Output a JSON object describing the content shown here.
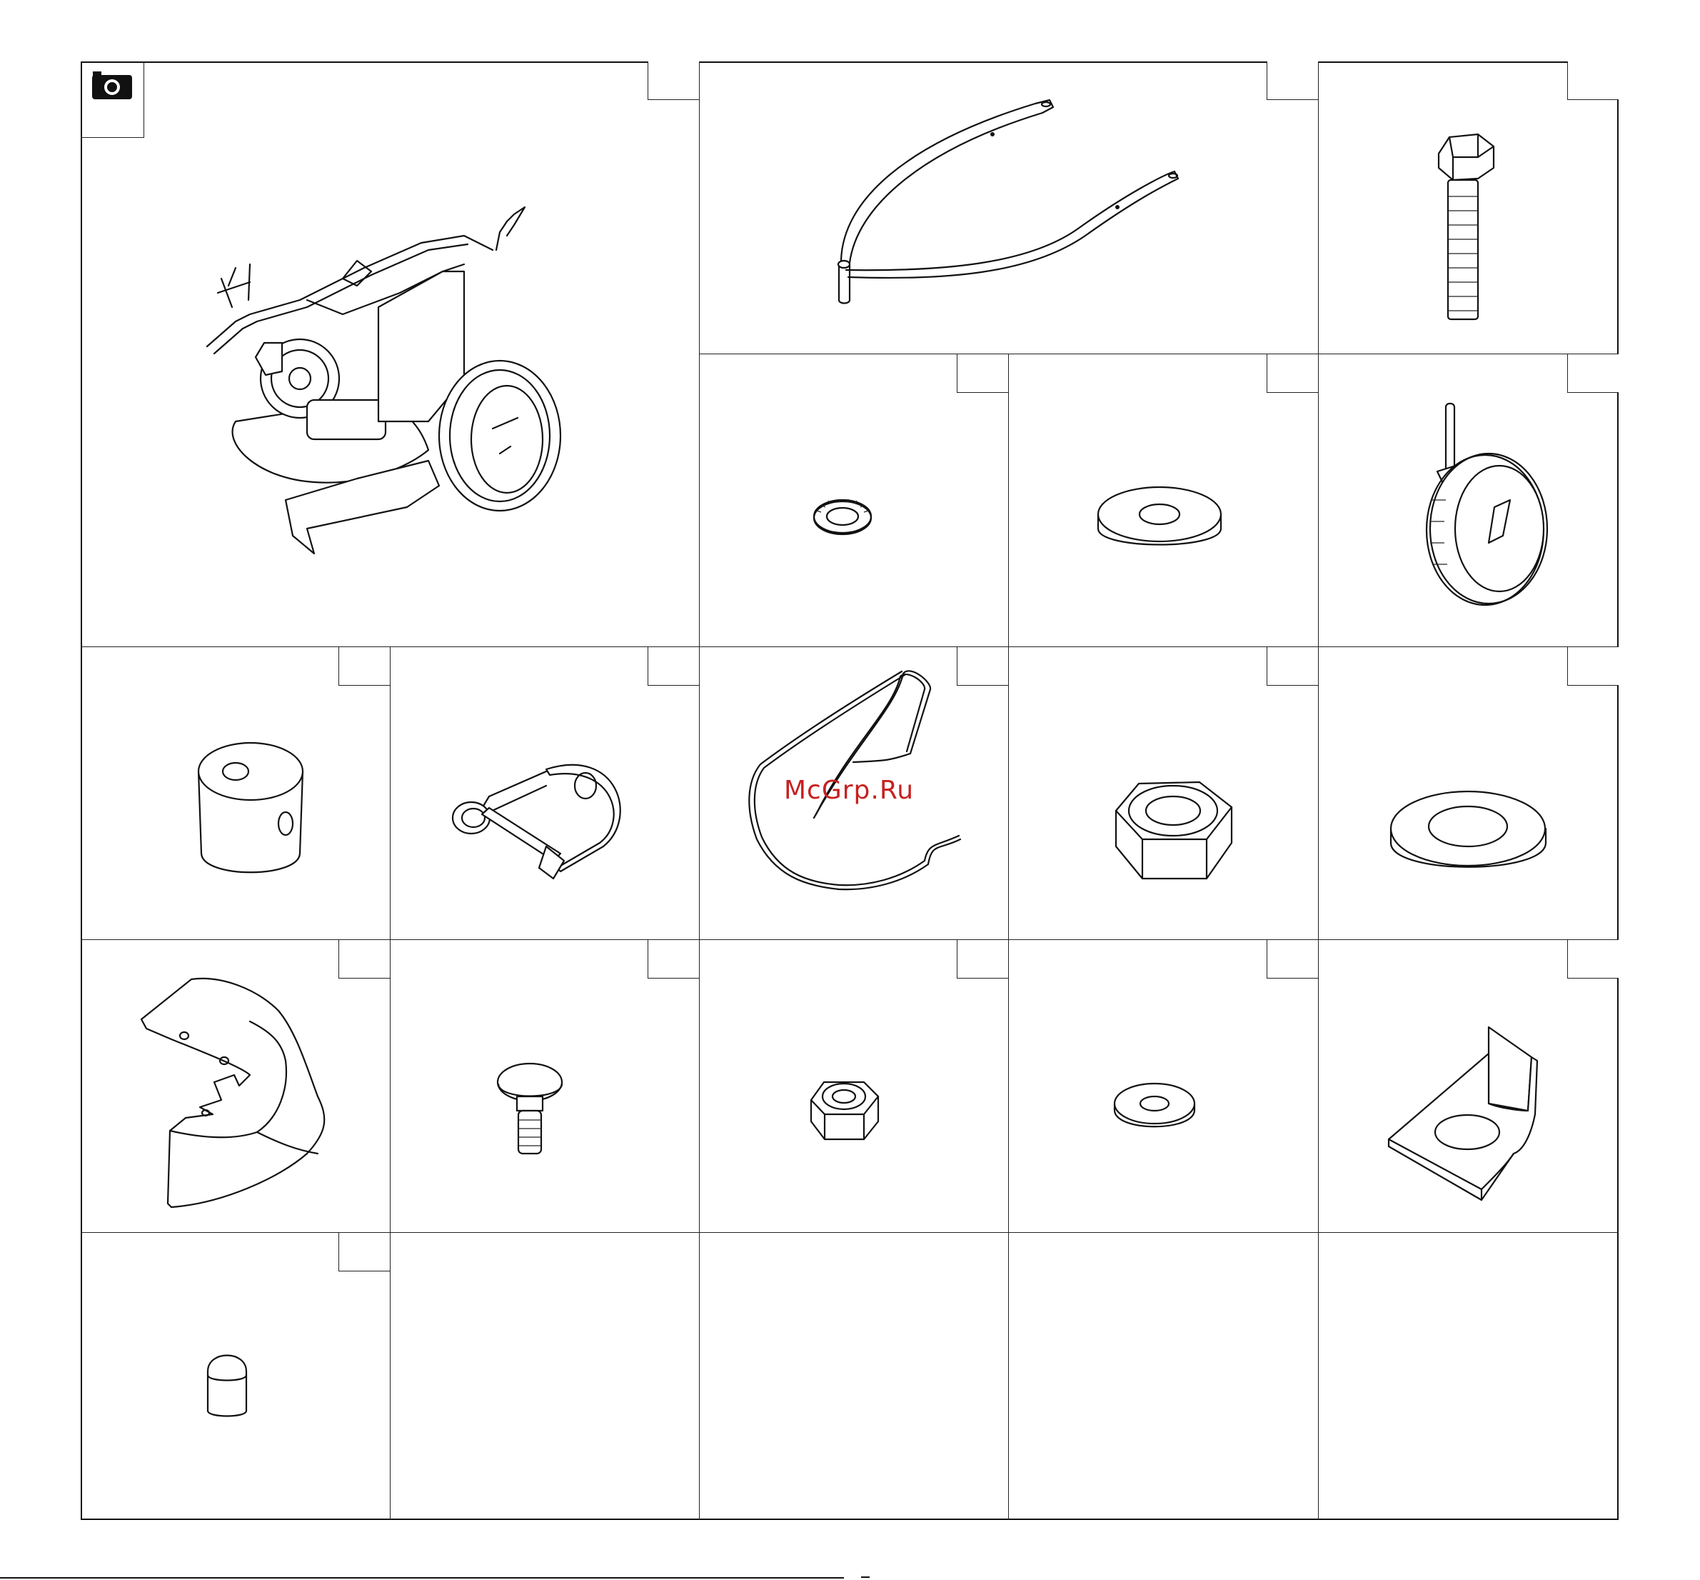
{
  "page": {
    "watermark": "McGrp.Ru"
  },
  "icons": {
    "camera": "camera-icon"
  },
  "parts": [
    {
      "name": "brush-cutter-machine"
    },
    {
      "name": "handle-bar-frame"
    },
    {
      "name": "hex-bolt"
    },
    {
      "name": "serrated-lock-washer"
    },
    {
      "name": "flat-washer"
    },
    {
      "name": "caster-wheel"
    },
    {
      "name": "spacer-bushing"
    },
    {
      "name": "linch-pin"
    },
    {
      "name": "wire-bail"
    },
    {
      "name": "hex-nut"
    },
    {
      "name": "large-flat-washer"
    },
    {
      "name": "deflector-guard"
    },
    {
      "name": "carriage-bolt"
    },
    {
      "name": "lock-nut"
    },
    {
      "name": "small-washer"
    },
    {
      "name": "angle-bracket"
    },
    {
      "name": "end-cap"
    }
  ],
  "colors": {
    "line": "#111111",
    "watermark": "#c72020",
    "background": "#ffffff"
  }
}
